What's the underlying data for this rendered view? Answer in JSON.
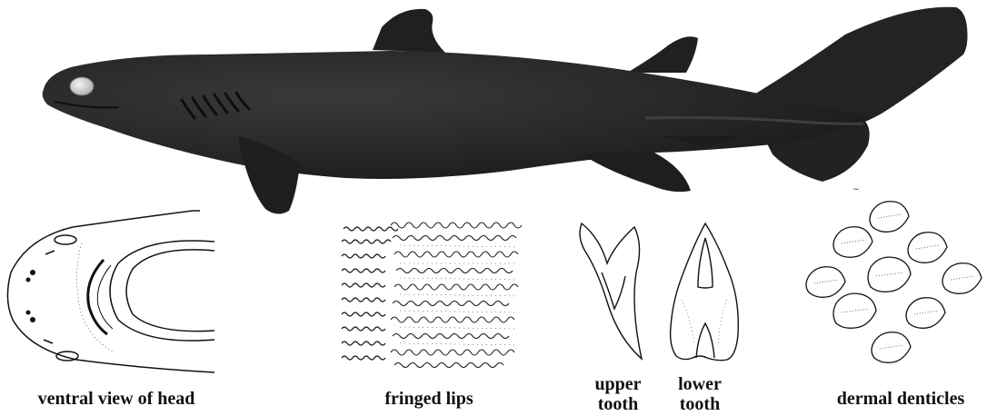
{
  "captions": {
    "head": "ventral view of head",
    "lips": "fringed lips",
    "upper_tooth_line1": "upper",
    "upper_tooth_line2": "tooth",
    "lower_tooth_line1": "lower",
    "lower_tooth_line2": "tooth",
    "denticles": "dermal denticles"
  },
  "colors": {
    "shark_body": "#262626",
    "shark_shade": "#1a1a1a",
    "eye": "#d8d8d8",
    "line": "#111111",
    "background": "#ffffff"
  }
}
